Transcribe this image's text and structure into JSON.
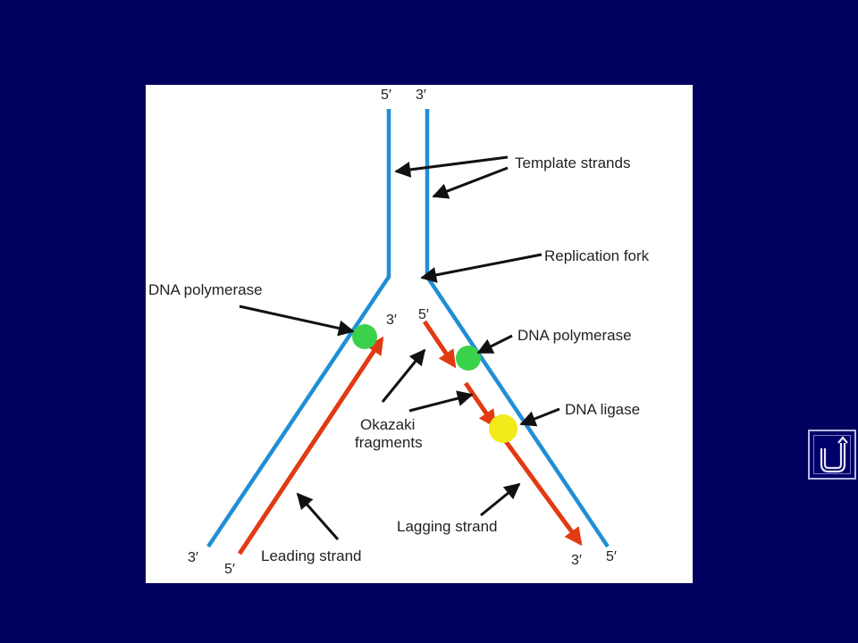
{
  "diagram": {
    "end_labels": {
      "template_left_top": "5′",
      "template_right_top": "3′",
      "leading_fork": "3′",
      "lagging_fork": "5′",
      "left_bottom": "3′",
      "leading_bottom": "5′",
      "lagging_bottom": "3′",
      "right_bottom": "5′"
    },
    "labels": {
      "template_strands": "Template strands",
      "replication_fork": "Replication fork",
      "dna_polymerase_left": "DNA polymerase",
      "dna_polymerase_right": "DNA polymerase",
      "dna_ligase": "DNA ligase",
      "okazaki_line1": "Okazaki",
      "okazaki_line2": "fragments",
      "leading_strand": "Leading strand",
      "lagging_strand": "Lagging strand"
    },
    "colors": {
      "template": "#1f8fd6",
      "new_strand": "#e23a12",
      "polymerase": "#3ad24a",
      "ligase": "#f2ea1a",
      "arrow": "#111111"
    }
  },
  "navigation": {
    "return_icon": "u-turn-return-icon"
  }
}
